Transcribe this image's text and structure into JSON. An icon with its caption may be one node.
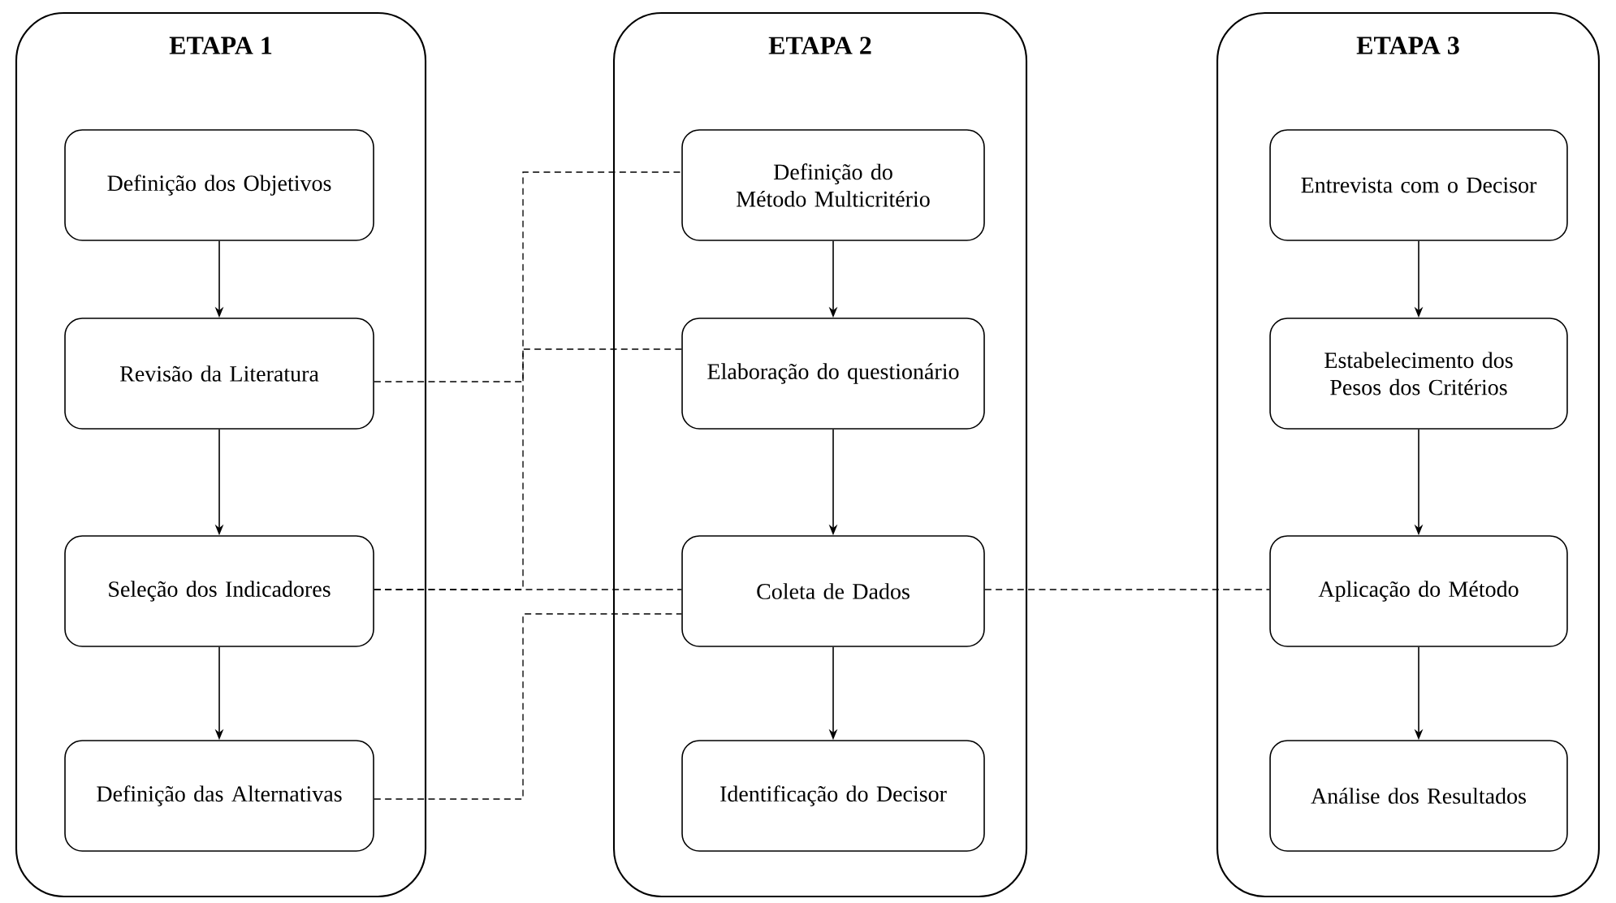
{
  "diagram": {
    "nodes": [
      {
        "text": [
          "ETAPA 1"
        ]
      },
      {
        "text": [
          "Definição dos Objetivos"
        ],
        "in": 0
      },
      {
        "text": [
          "Revisão da Literatura"
        ],
        "in": 0
      },
      {
        "text": [
          "Seleção dos Indicadores"
        ],
        "in": 0
      },
      {
        "text": [
          "Definição das Alternativas"
        ],
        "in": 0
      },
      {
        "text": [
          "ETAPA 2"
        ]
      },
      {
        "text": [
          "Definição do Método Multicritério"
        ],
        "in": 5
      },
      {
        "text": [
          "Elaboração do questionário"
        ],
        "in": 5
      },
      {
        "text": [
          "Coleta de Dados"
        ],
        "in": 5
      },
      {
        "text": [
          "Identificação do Decisor"
        ],
        "in": 5
      },
      {
        "text": [
          "ETAPA 3"
        ]
      },
      {
        "text": [
          "Entrevista com o Decisor"
        ],
        "in": 10
      },
      {
        "text": [
          "Estabelecimento dos Pesos dos Critérios"
        ],
        "in": 10
      },
      {
        "text": [
          "Aplicação do Método"
        ],
        "in": 10
      },
      {
        "text": [
          "Análise dos Resultados"
        ],
        "in": 10
      }
    ],
    "edges": [
      {
        "from": 1,
        "to": 2,
        "arrow": "to"
      },
      {
        "from": 2,
        "to": 3,
        "arrow": "to"
      },
      {
        "from": 3,
        "to": 4,
        "arrow": "to"
      },
      {
        "from": 6,
        "to": 7,
        "arrow": "to"
      },
      {
        "from": 7,
        "to": 8,
        "arrow": "to"
      },
      {
        "from": 8,
        "to": 9,
        "arrow": "to"
      },
      {
        "from": 11,
        "to": 12,
        "arrow": "to"
      },
      {
        "from": 12,
        "to": 13,
        "arrow": "to"
      },
      {
        "from": 13,
        "to": 14,
        "arrow": "to"
      },
      {
        "from": 2,
        "to": 6,
        "arrow": "none",
        "style": "dashed"
      },
      {
        "from": 3,
        "to": 7,
        "arrow": "none",
        "style": "dashed"
      },
      {
        "from": 3,
        "to": 8,
        "arrow": "none",
        "style": "dashed"
      },
      {
        "from": 4,
        "to": 8,
        "arrow": "none",
        "style": "dashed"
      },
      {
        "from": 8,
        "to": 13,
        "arrow": "none",
        "style": "dashed"
      }
    ]
  }
}
